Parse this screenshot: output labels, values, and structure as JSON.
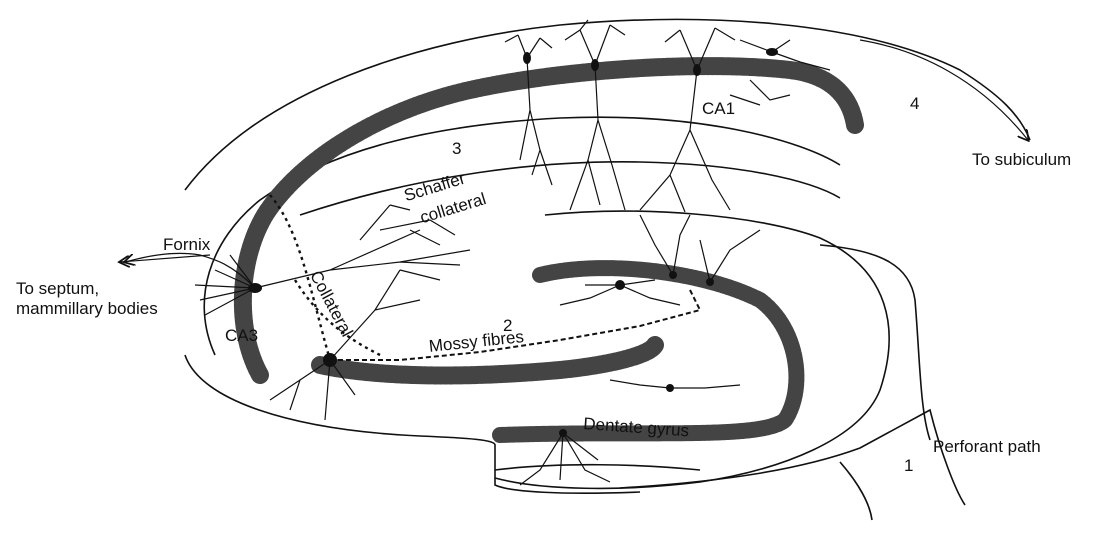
{
  "labels": {
    "ca1": "CA1",
    "ca3": "CA3",
    "num1": "1",
    "num2": "2",
    "num3": "3",
    "num4": "4",
    "to_subiculum": "To subiculum",
    "schaffer": "Schaffer",
    "collateral": "collateral",
    "fornix": "Fornix",
    "to_septum": "To septum,",
    "mammillary": "mammillary bodies",
    "collateral_rot": "Collateral",
    "mossy": "Mossy fibres",
    "dentate": "Dentate gyrus",
    "perforant": "Perforant path"
  },
  "colors": {
    "ink": "#111111",
    "cell_layer": "#444444",
    "background": "#ffffff"
  }
}
